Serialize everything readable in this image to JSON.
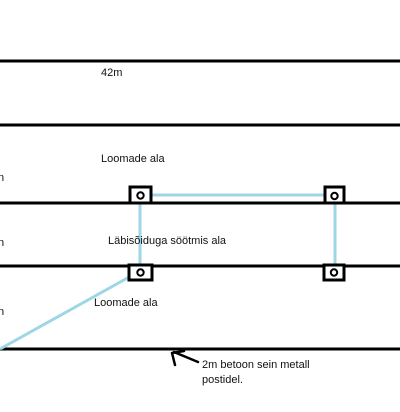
{
  "labels": {
    "width": "42m",
    "animal_area_top": "Loomade ala",
    "feeding_aisle": "Läbisõiduga söötmis ala",
    "animal_area_bottom": "Loomade ala",
    "wall_note_line1": "2m betoon sein metall",
    "wall_note_line2": "postidel.",
    "edge_1": "n",
    "edge_2": "n",
    "edge_3": "n"
  },
  "colors": {
    "line": "#000000",
    "pipe": "#9fd6e6",
    "background": "#ffffff"
  },
  "icons": {
    "post": "square-post-icon",
    "arrow": "arrow-pointer-icon"
  }
}
